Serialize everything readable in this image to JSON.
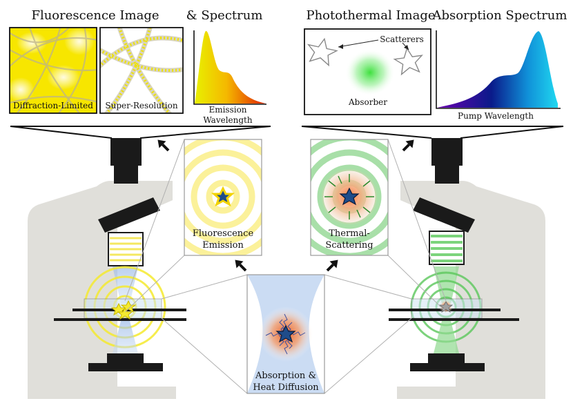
{
  "titles": {
    "fluorescence_image": "Fluorescence Image",
    "fluorescence_spectrum": "& Spectrum",
    "photothermal_image": "Photothermal Image",
    "absorption_spectrum": "Absorption Spectrum"
  },
  "panels": {
    "diffraction_limited": "Diffraction-Limited",
    "super_resolution": "Super-Resolution",
    "emission_axis_line1": "Emission",
    "emission_axis_line2": "Wavelength",
    "scatterers": "Scatterers",
    "absorber": "Absorber",
    "pump_axis": "Pump Wavelength"
  },
  "insets": {
    "fluorescence_line1": "Fluorescence",
    "fluorescence_line2": "Emission",
    "thermal_line1": "Thermal-",
    "thermal_line2": "Scattering",
    "absorption_line1": "Absorption &",
    "absorption_line2": "Heat Diffusion"
  },
  "colors": {
    "fluorescence": "#f5e400",
    "photothermal": "#5cc85c",
    "microscope_body": "#e0dfda",
    "pump_beam": "#a9c6ea",
    "heat": "#f08040"
  }
}
